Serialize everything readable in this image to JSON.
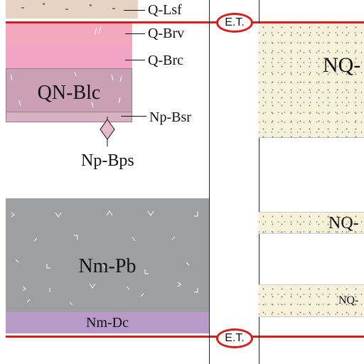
{
  "left_column": {
    "units": [
      {
        "label": "Q-Lsf",
        "color": "#e7d3c3"
      },
      {
        "label": "Q-Brv",
        "color": "#f3a8bd"
      },
      {
        "label": "Q-Brc",
        "color": "#f2a3c6"
      },
      {
        "label": "QN-Blc",
        "color": "#caa1b4"
      },
      {
        "label": "Np-Bsr",
        "color": "#d8b1c2"
      },
      {
        "label": "Np-Bps",
        "color": "#ffffff"
      },
      {
        "label": "Nm-Pb",
        "color": "#9e9fa0"
      },
      {
        "label": "Nm-Dc",
        "color": "#b89ac8"
      }
    ]
  },
  "right_column": {
    "units": [
      {
        "label": "NQ-",
        "color": "#f7f1d9"
      },
      {
        "label": "NQ-",
        "color": "#f7f1d9"
      },
      {
        "label": "NQ-",
        "color": "#f7f1d9"
      }
    ]
  },
  "markers": {
    "top": {
      "label": "E.T.",
      "color": "#d51e1e"
    },
    "bottom": {
      "label": "E.T.",
      "color": "#d51e1e"
    }
  }
}
